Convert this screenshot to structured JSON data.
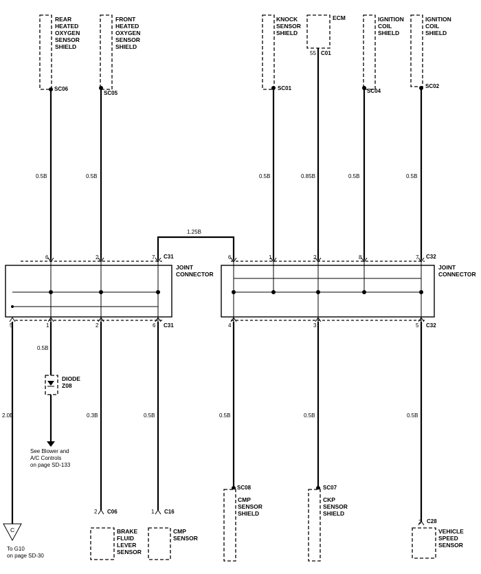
{
  "shields": {
    "rear_o2": "REAR\nHEATED\nOXYGEN\nSENSOR\nSHIELD",
    "front_o2": "FRONT\nHEATED\nOXYGEN\nSENSOR\nSHIELD",
    "knock": "KNOCK\nSENSOR\nSHIELD",
    "ecm": "ECM",
    "ign1": "IGNITION\nCOIL\nSHIELD",
    "ign2": "IGNITION\nCOIL\nSHIELD",
    "cmp": "CMP\nSENSOR\nSHIELD",
    "ckp": "CKP\nSENSOR\nSHIELD"
  },
  "splices": {
    "sc06": "SC06",
    "sc05": "SC05",
    "sc01": "SC01",
    "sc04": "SC04",
    "sc02": "SC02",
    "sc08": "SC08",
    "sc07": "SC07"
  },
  "connectors": {
    "c01": "C01",
    "c01_pin": "55",
    "c31": "C31",
    "c32": "C32",
    "c06": "C06",
    "c06_pin": "2",
    "c16": "C16",
    "c16_pin": "1",
    "c28": "C28",
    "c28_pin": "2"
  },
  "joint_connector": "JOINT\nCONNECTOR",
  "wire_sizes": {
    "w1": "0.5B",
    "w2": "0.5B",
    "w3": "0.5B",
    "w4": "0.85B",
    "w5": "0.5B",
    "w6": "0.5B",
    "jumper": "1.25B",
    "w_left_top": "0.5B",
    "w_ground": "2.0B",
    "w_c06": "0.3B",
    "w_c16": "0.5B",
    "w_cmp": "0.5B",
    "w_ckp": "0.5B",
    "w_vss": "0.5B"
  },
  "pins": {
    "l_top": [
      "6",
      "2",
      "7"
    ],
    "l_bot": [
      "5",
      "1",
      "2",
      "6"
    ],
    "r_top": [
      "6",
      "1",
      "2",
      "8",
      "7"
    ],
    "r_bot": [
      "4",
      "3",
      "5"
    ]
  },
  "diode": "DIODE\nZ08",
  "note_blower": "See Blower and\nA/C Controls\non page SD-133",
  "ground_letter": "C",
  "ground_note": "To G10\non page SD-30",
  "components": {
    "brake": "BRAKE\nFLUID\nLEVER\nSENSOR",
    "cmp_sensor": "CMP\nSENSOR",
    "vss": "VEHICLE\nSPEED\nSENSOR"
  }
}
